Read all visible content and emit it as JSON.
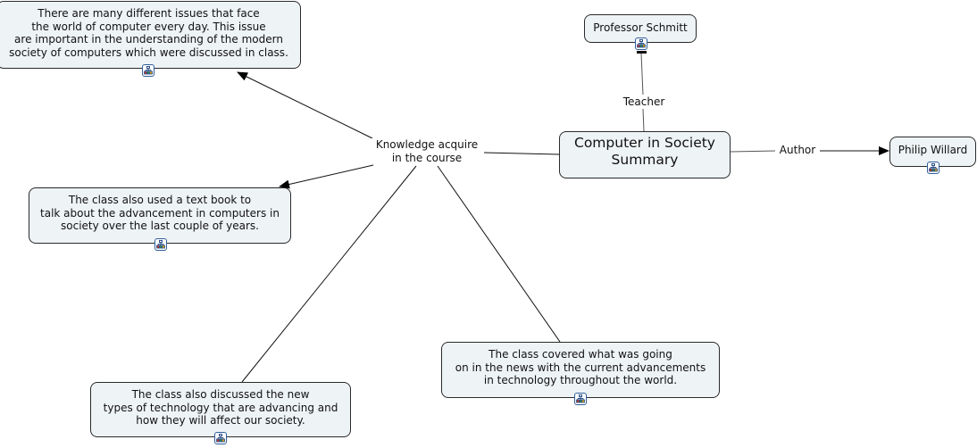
{
  "map": {
    "root": {
      "id": "root",
      "label": "Computer in Society\nSummary"
    },
    "concepts": [
      {
        "id": "issues",
        "label": "There are many different issues that face\nthe world of computer every day. This issue\nare important in the understanding of the modern\nsociety of computers which were discussed in class.",
        "has_resource_icon": true
      },
      {
        "id": "textbook",
        "label": "The class also used a text book to\ntalk about the advancement in computers in\nsociety over the last couple of years.",
        "has_resource_icon": true
      },
      {
        "id": "technology",
        "label": "The class also discussed the new\ntypes of technology that are advancing and\nhow they will affect our society.",
        "has_resource_icon": true
      },
      {
        "id": "news",
        "label": "The class covered what was going\non in the news with the current advancements\nin technology throughout the world.",
        "has_resource_icon": true
      },
      {
        "id": "professor",
        "label": "Professor Schmitt",
        "has_resource_icon": true
      },
      {
        "id": "author",
        "label": "Philip Willard",
        "has_resource_icon": true
      }
    ],
    "linking_phrases": [
      {
        "id": "knowledge",
        "label": "Knowledge acquire\nin the course"
      },
      {
        "id": "teacher",
        "label": "Teacher"
      },
      {
        "id": "author_link",
        "label": "Author"
      }
    ],
    "connections": [
      {
        "from": "root",
        "to": "knowledge",
        "arrow": false
      },
      {
        "from": "knowledge",
        "to": "issues",
        "arrow": true
      },
      {
        "from": "knowledge",
        "to": "textbook",
        "arrow": true
      },
      {
        "from": "knowledge",
        "to": "technology",
        "arrow": false
      },
      {
        "from": "knowledge",
        "to": "news",
        "arrow": false
      },
      {
        "from": "root",
        "to": "teacher",
        "arrow": false
      },
      {
        "from": "teacher",
        "to": "professor",
        "arrow": false
      },
      {
        "from": "root",
        "to": "author_link",
        "arrow": false
      },
      {
        "from": "author_link",
        "to": "author",
        "arrow": true
      }
    ],
    "resource_icon": "concept-map-resource-icon"
  }
}
